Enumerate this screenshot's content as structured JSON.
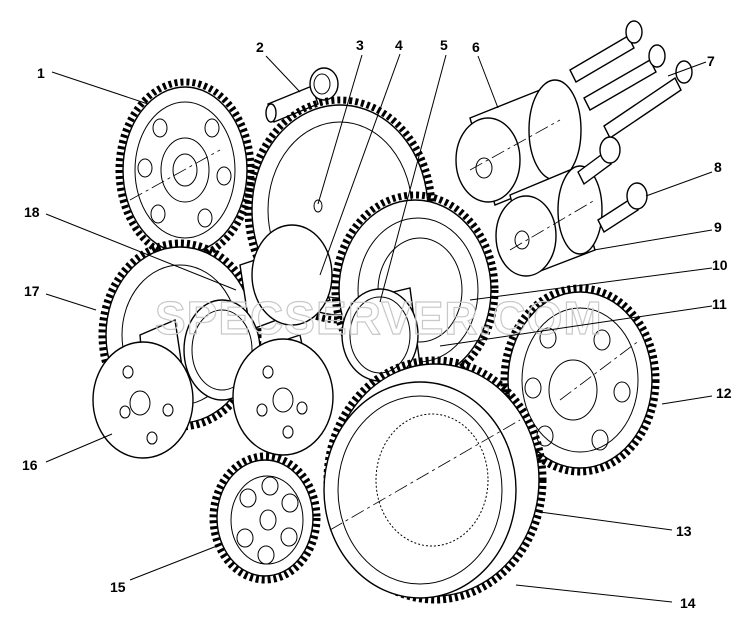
{
  "watermark": "SPECSERVER.COM",
  "callouts": [
    "1",
    "2",
    "3",
    "4",
    "5",
    "6",
    "7",
    "8",
    "9",
    "10",
    "11",
    "12",
    "13",
    "14",
    "15",
    "16",
    "17",
    "18"
  ]
}
